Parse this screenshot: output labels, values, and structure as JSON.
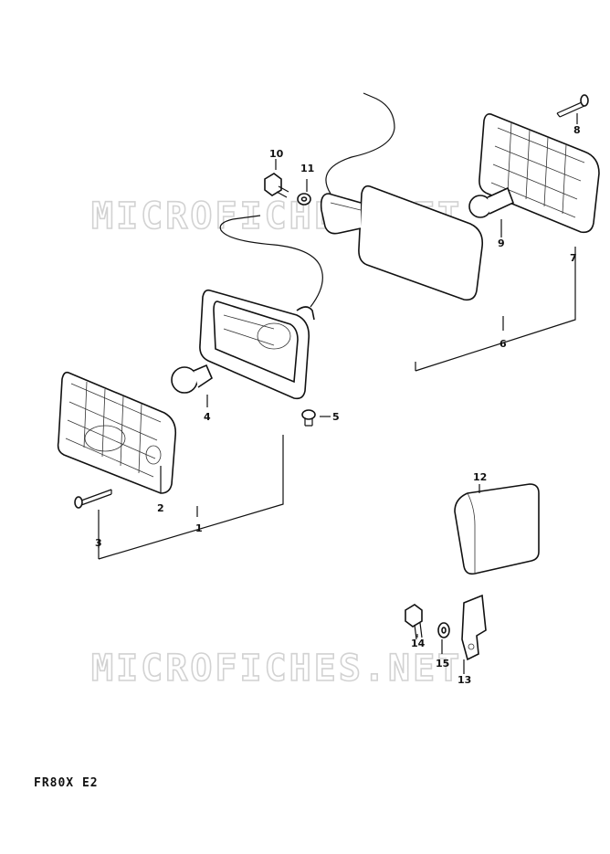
{
  "watermark": {
    "text": "MICROFICHES.NET"
  },
  "model_code": "FR80X E2",
  "callouts": {
    "c1": "1",
    "c2": "2",
    "c3": "3",
    "c4": "4",
    "c5": "5",
    "c6": "6",
    "c7": "7",
    "c8": "8",
    "c9": "9",
    "c10": "10",
    "c11": "11",
    "c12": "12",
    "c13": "13",
    "c14": "14",
    "c15": "15"
  },
  "icons": {
    "front_lens": "turn-signal-lens-icon",
    "front_housing": "turn-signal-housing-icon",
    "bulb": "bulb-icon",
    "relay": "flasher-relay-icon",
    "bracket": "mounting-bracket-icon",
    "bolt": "bolt-icon",
    "washer": "washer-icon",
    "screw": "screw-icon"
  }
}
